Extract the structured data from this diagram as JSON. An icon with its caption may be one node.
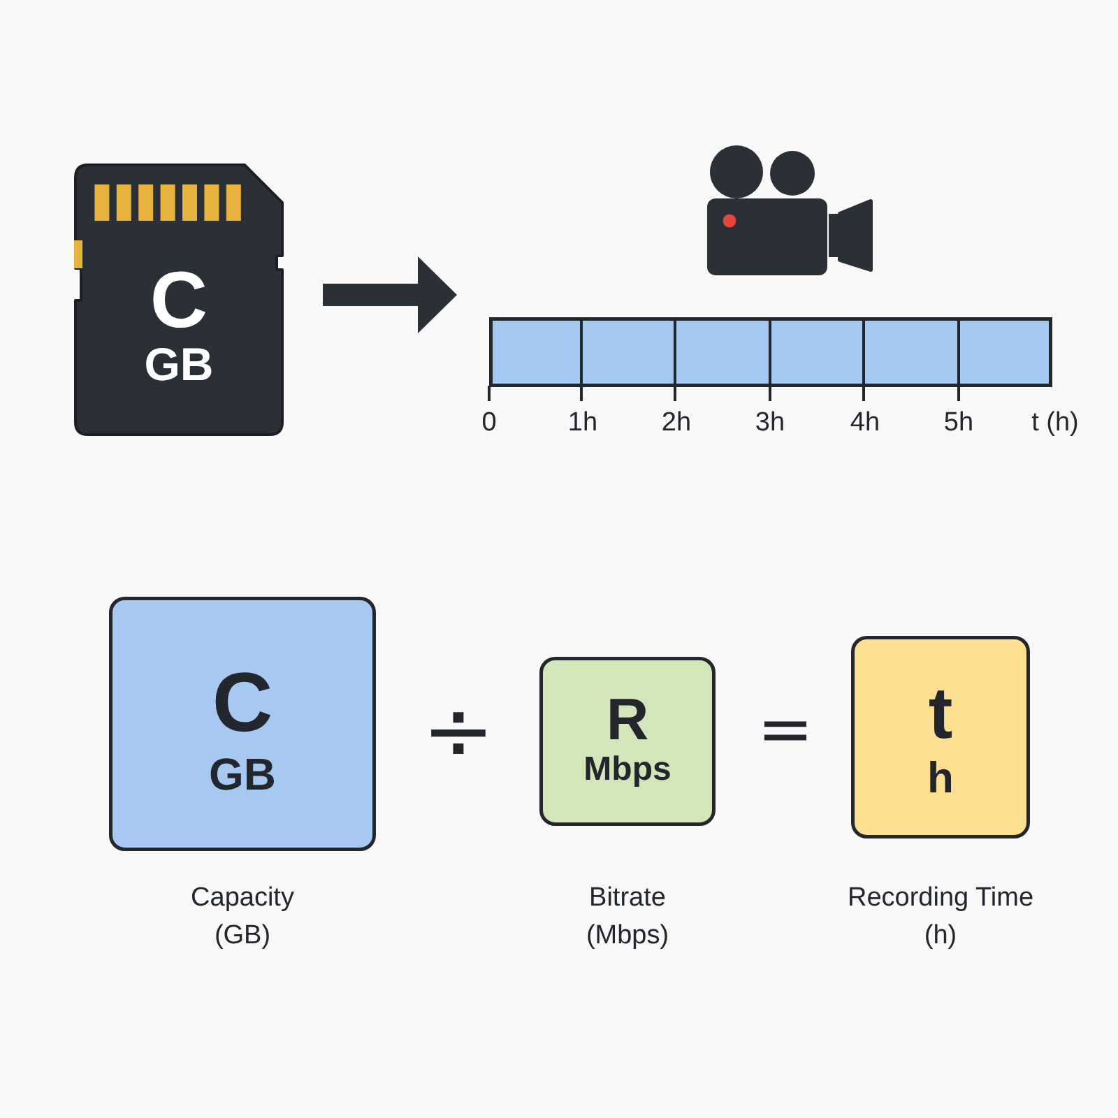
{
  "diagram": {
    "nodes": [
      {
        "text": [
          "C",
          "GB"
        ]
      },
      {
        "text": [],
        "shape": "bar"
      },
      {
        "text": [
          "C",
          "GB"
        ],
        "beside": [
          "Capacity (GB)"
        ]
      },
      {
        "text": [
          "R",
          "Mbps"
        ],
        "beside": [
          "Bitrate (Mbps)"
        ]
      },
      {
        "text": [
          "t",
          "h"
        ],
        "beside": [
          "Recording Time (h)"
        ]
      }
    ],
    "edges": [
      {
        "from": 0,
        "to": 1,
        "arrow": "to"
      }
    ],
    "labels": [
      "0",
      "1h",
      "2h",
      "3h",
      "4h",
      "5h",
      "t (h)",
      "÷",
      "="
    ]
  }
}
